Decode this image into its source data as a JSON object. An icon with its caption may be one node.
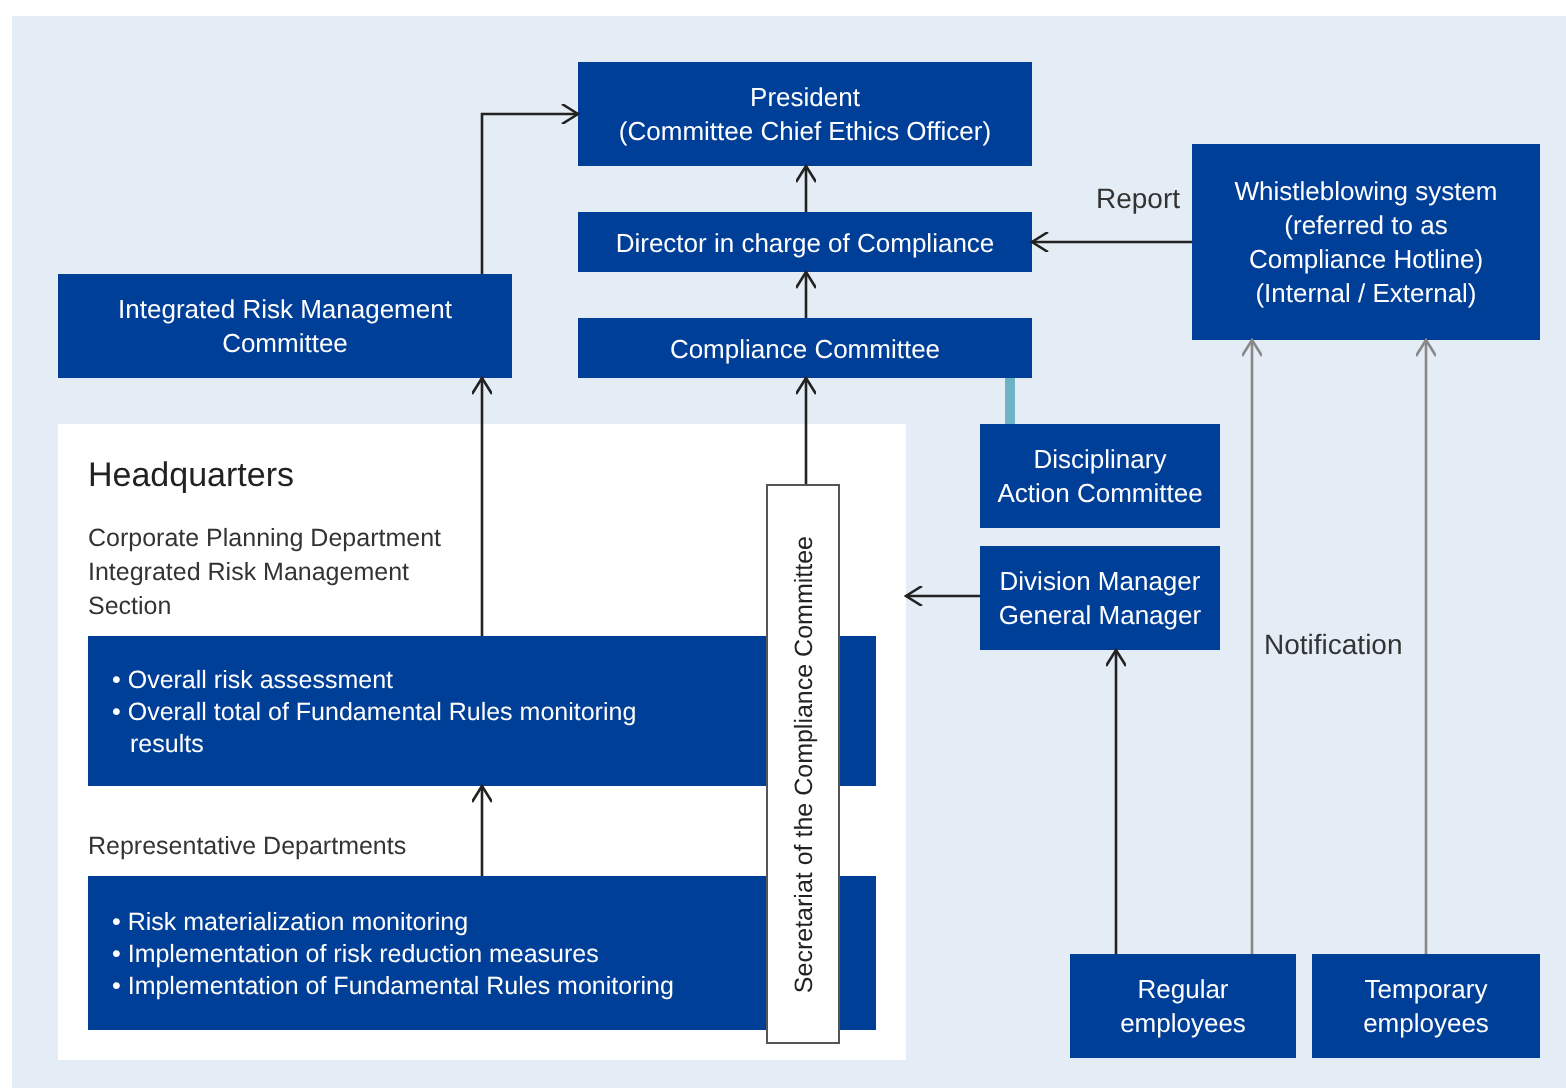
{
  "diagram": {
    "nodes": [
      {
        "text": [
          "President",
          "(Committee Chief Ethics Officer)"
        ]
      },
      {
        "text": [
          "Director in charge of Compliance"
        ]
      },
      {
        "text": [
          "Compliance Committee"
        ]
      },
      {
        "text": [
          "Whistleblowing system (referred to as Compliance Hotline)",
          "(Internal / External)"
        ]
      },
      {
        "text": [
          "Integrated Risk Management Committee"
        ]
      },
      {
        "text": [
          "Headquarters"
        ]
      },
      {
        "text": [
          "Corporate Planning Department Integrated Risk Management Section",
          "• Overall risk assessment",
          "• Overall total of Fundamental Rules monitoring results"
        ],
        "in": 5
      },
      {
        "text": [
          "Representative Departments",
          "• Risk materialization monitoring",
          "• Implementation of risk reduction measures",
          "• Implementation of Fundamental Rules monitoring"
        ],
        "in": 5
      },
      {
        "text": [
          "Secretariat of the Compliance Committee"
        ],
        "in": 5
      },
      {
        "text": [
          "Disciplinary Action Committee"
        ]
      },
      {
        "text": [
          "Division Manager",
          "General Manager"
        ]
      },
      {
        "text": [
          "Regular employees"
        ]
      },
      {
        "text": [
          "Temporary employees"
        ]
      }
    ],
    "edges": [
      {
        "from": 1,
        "to": 0,
        "arrow": "to"
      },
      {
        "from": 2,
        "to": 1,
        "arrow": "to"
      },
      {
        "from": 8,
        "to": 2,
        "arrow": "to"
      },
      {
        "from": 3,
        "to": 1,
        "arrow": "to",
        "label": "Report"
      },
      {
        "from": 4,
        "to": 0,
        "arrow": "to"
      },
      {
        "from": 6,
        "to": 4,
        "arrow": "to"
      },
      {
        "from": 7,
        "to": 6,
        "arrow": "to"
      },
      {
        "from": 10,
        "to": 5,
        "arrow": "to"
      },
      {
        "from": 11,
        "to": 10,
        "arrow": "to"
      },
      {
        "from": 11,
        "to": 3,
        "arrow": "to",
        "color": "#888888"
      },
      {
        "from": 12,
        "to": 3,
        "arrow": "to",
        "color": "#888888"
      },
      {
        "from": 9,
        "to": 2,
        "arrow": "none",
        "style": "thick",
        "color": "#6db3c6"
      }
    ],
    "labels": [
      "Notification"
    ]
  }
}
